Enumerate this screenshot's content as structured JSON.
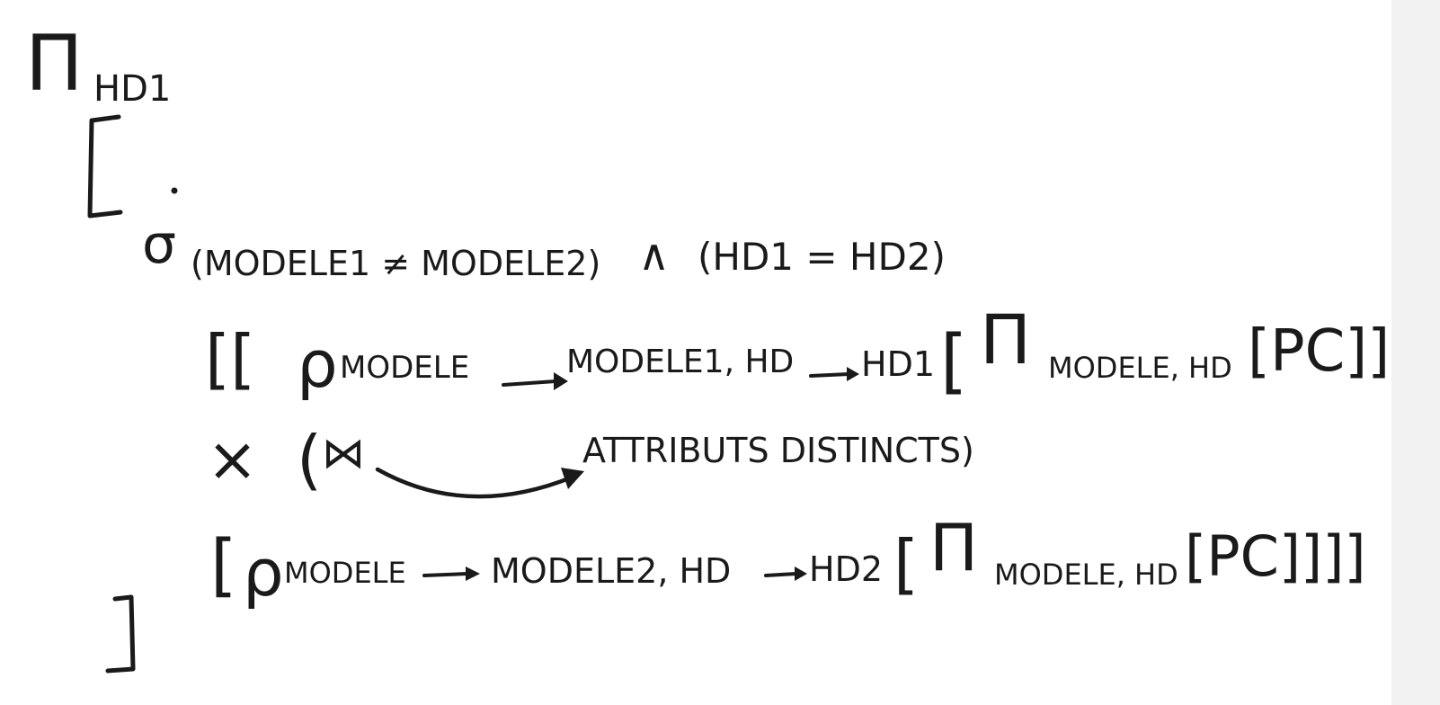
{
  "line1": {
    "projection_symbol": "Π",
    "projection_subscript": "HD1"
  },
  "line3": {
    "selection_symbol": "σ",
    "condition_part1": "(MODELE1 ≠ MODELE2)",
    "and_symbol": "∧",
    "condition_part2": "(HD1 = HD2)"
  },
  "line4": {
    "open_brackets": "[[",
    "rename_symbol": "ρ",
    "rename_from": "MODELE",
    "rename_to": "MODELE1, HD",
    "rename_to_hd": "HD1",
    "open_bracket": "[",
    "projection_symbol": "Π",
    "projection_subscript": "MODELE, HD",
    "relation": "[PC]]]"
  },
  "line5": {
    "cross_symbol": "×",
    "open_paren": "(",
    "join_symbol": "⋈",
    "annotation": "ATTRIBUTS DISTINCTS)"
  },
  "line6": {
    "open_bracket": "[",
    "rename_symbol": "ρ",
    "rename_from": "MODELE",
    "rename_to": "MODELE2, HD",
    "rename_to_hd": "HD2",
    "open_bracket2": "[",
    "projection_symbol": "Π",
    "projection_subscript": "MODELE, HD",
    "relation": "[PC]]]]"
  },
  "colors": {
    "ink": "#1a1a1a",
    "paper": "#ffffff",
    "margin": "#f2f2f2"
  }
}
